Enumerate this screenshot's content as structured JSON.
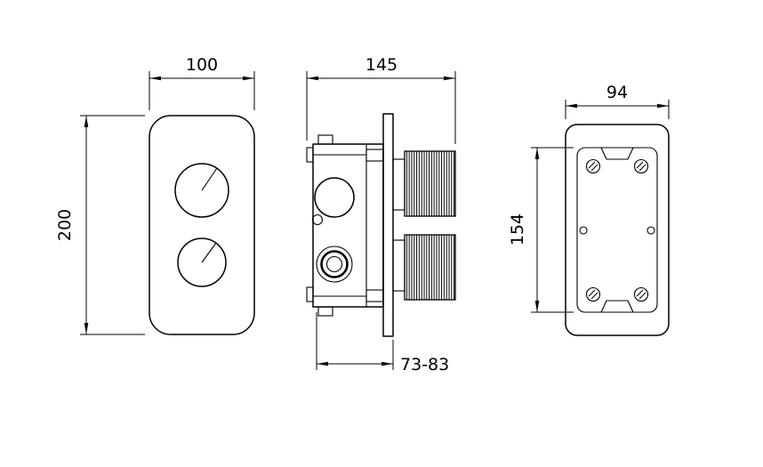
{
  "drawing": {
    "background_color": "#ffffff",
    "line_color": "#000000",
    "views": {
      "front": {
        "width_label": "100",
        "height_label": "200"
      },
      "side": {
        "width_label": "145",
        "depth_label": "73-83"
      },
      "back": {
        "width_label": "94",
        "height_label": "154"
      }
    }
  }
}
